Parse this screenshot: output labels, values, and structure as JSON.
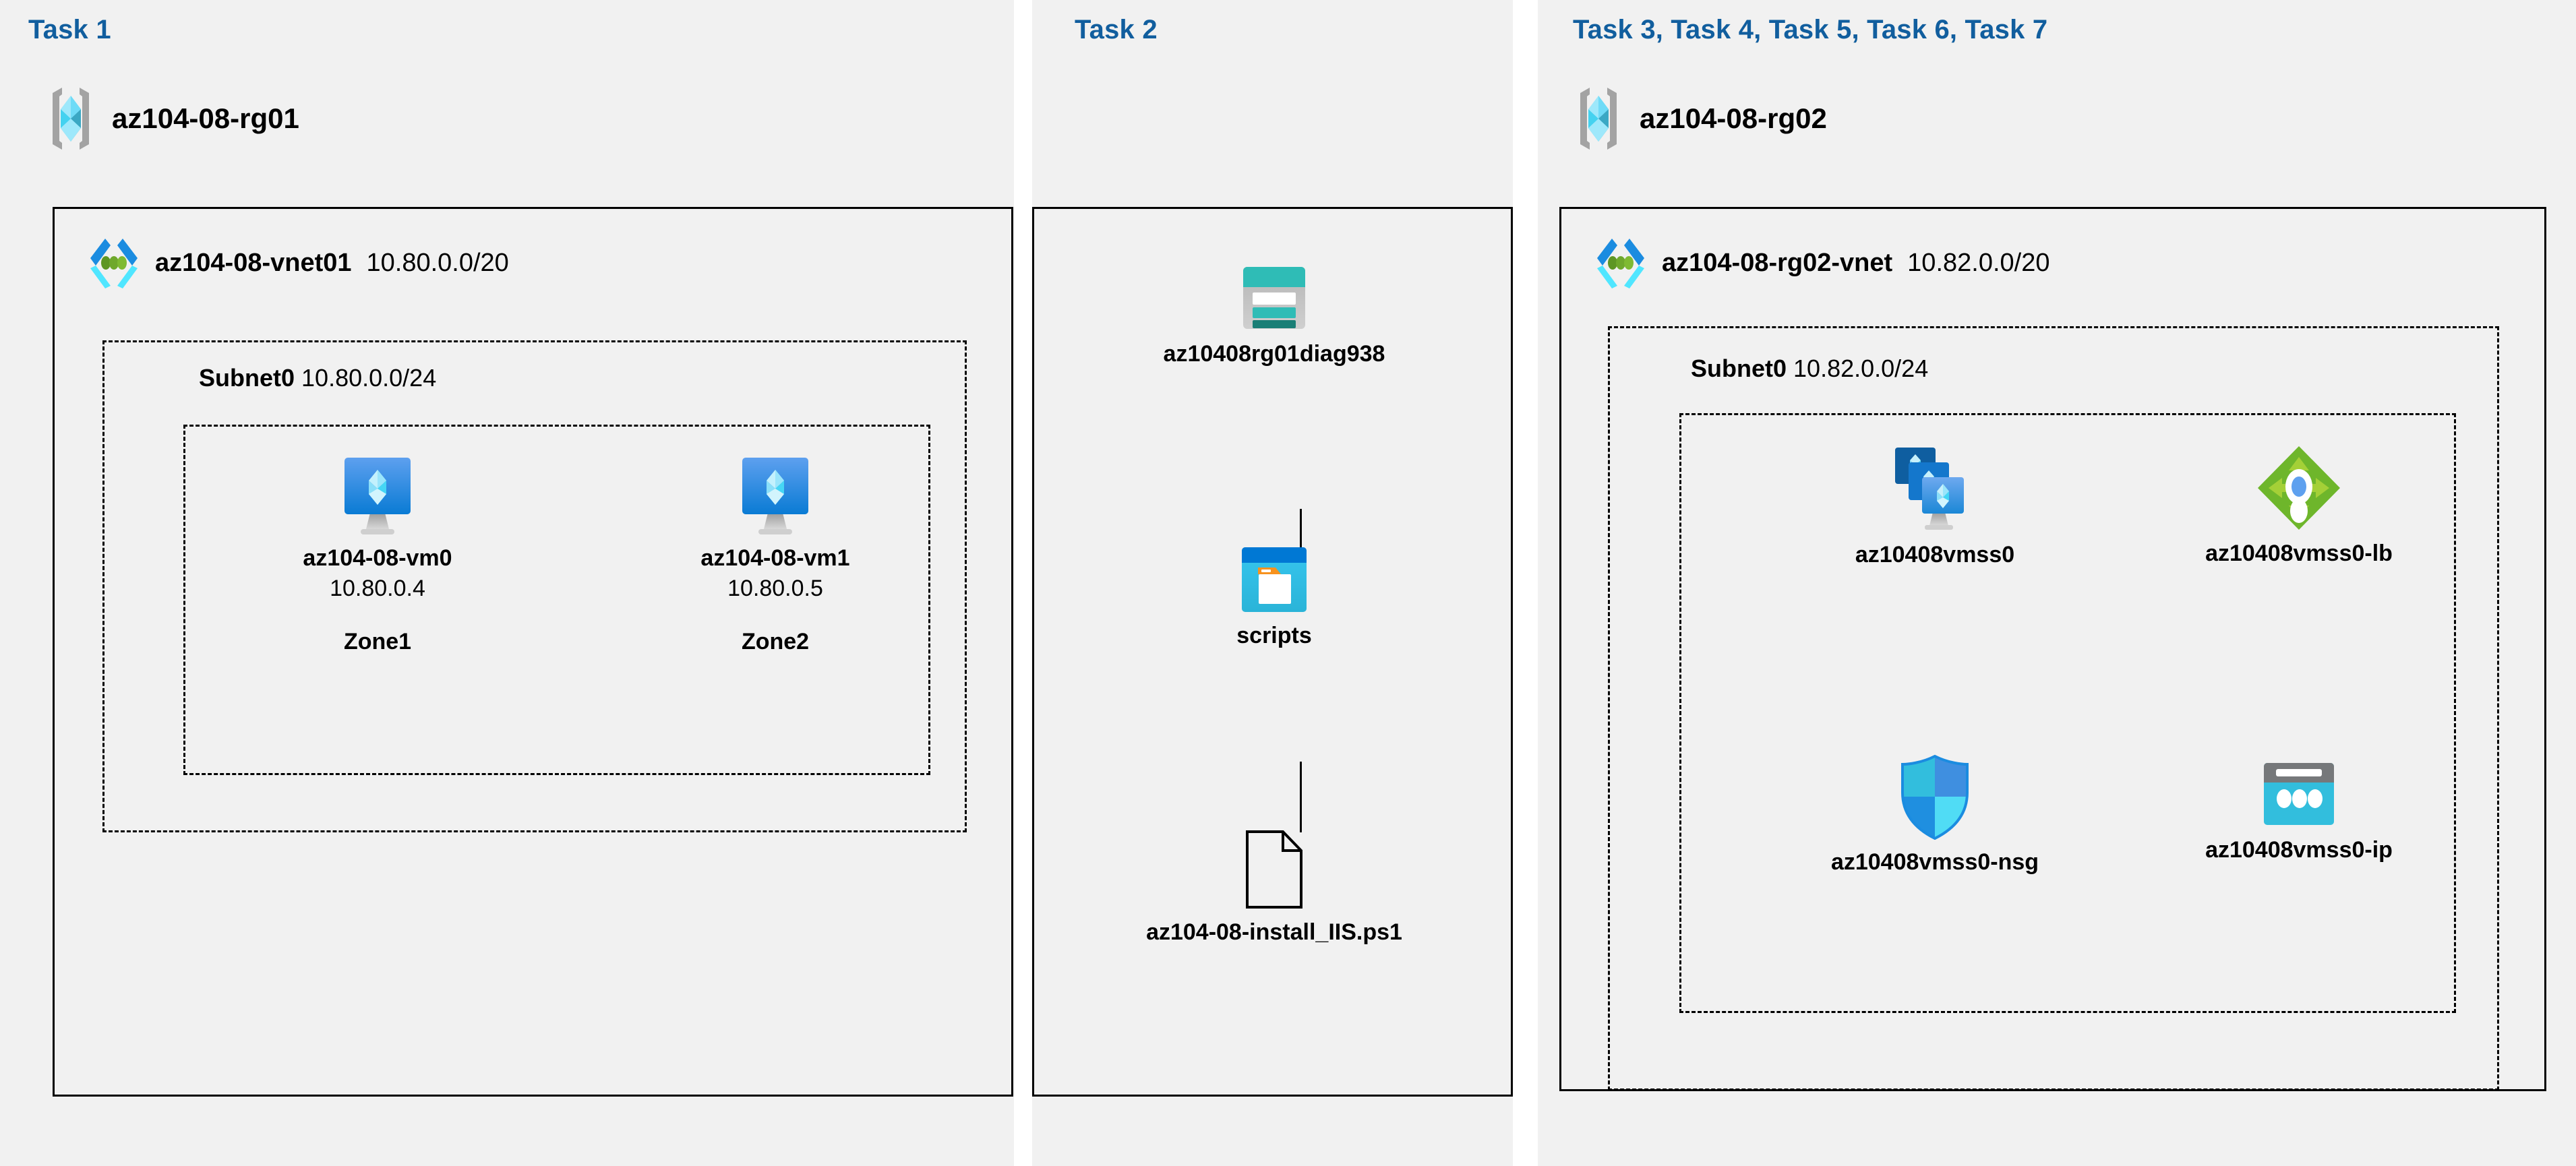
{
  "tasks": {
    "task1_heading": "Task 1",
    "task2_heading": "Task 2",
    "task3_heading": "Task 3, Task 4, Task 5, Task 6, Task 7"
  },
  "colors": {
    "task_heading": "#115e9e",
    "panel_background": "#f1f1f1",
    "page_background": "#ffffff",
    "border": "#000000",
    "storage_teal": "#2fbcb6",
    "storage_teal_dark": "#1a7f76",
    "container_blue_dark": "#0078d4",
    "container_blue_light": "#32bedd",
    "container_tab_orange": "#f7921e",
    "lb_green": "#6eb62b",
    "lb_green_light": "#a4d037",
    "vm_blue": "#3f8fe0",
    "vnet_dot_green": "#5e9624",
    "nsg_blue": "#32bedd",
    "publicip_gray": "#76787a"
  },
  "resource_groups": [
    {
      "name": "az104-08-rg01",
      "icon": "resource-group-icon"
    },
    {
      "name": "az104-08-rg02",
      "icon": "resource-group-icon"
    }
  ],
  "vnets": [
    {
      "name": "az104-08-vnet01",
      "cidr": "10.80.0.0/20",
      "icon": "virtual-network-icon"
    },
    {
      "name": "az104-08-rg02-vnet",
      "cidr": "10.82.0.0/20",
      "icon": "virtual-network-icon"
    }
  ],
  "subnets": [
    {
      "name": "Subnet0",
      "cidr": "10.80.0.0/24"
    },
    {
      "name": "Subnet0",
      "cidr": "10.82.0.0/24"
    }
  ],
  "virtual_machines": [
    {
      "name": "az104-08-vm0",
      "ip": "10.80.0.4",
      "zone": "Zone1",
      "icon": "virtual-machine-icon"
    },
    {
      "name": "az104-08-vm1",
      "ip": "10.80.0.5",
      "zone": "Zone2",
      "icon": "virtual-machine-icon"
    }
  ],
  "storage": {
    "account": {
      "name": "az10408rg01diag938",
      "icon": "storage-account-icon"
    },
    "container": {
      "name": "scripts",
      "icon": "blob-container-icon"
    },
    "file": {
      "name": "az104-08-install_IIS.ps1",
      "icon": "script-file-icon"
    }
  },
  "scale_set_resources": [
    {
      "name": "az10408vmss0",
      "icon": "vm-scale-set-icon"
    },
    {
      "name": "az10408vmss0-lb",
      "icon": "load-balancer-icon"
    },
    {
      "name": "az10408vmss0-nsg",
      "icon": "network-security-group-icon"
    },
    {
      "name": "az10408vmss0-ip",
      "icon": "public-ip-address-icon"
    }
  ]
}
